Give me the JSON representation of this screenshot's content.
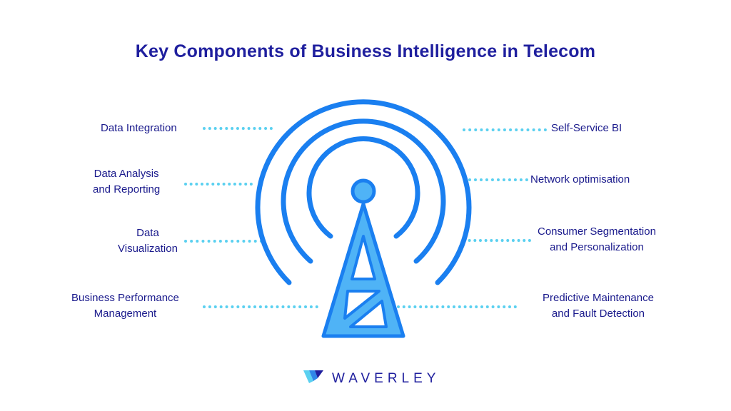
{
  "title": "Key Components of Business Intelligence in Telecom",
  "left_items": [
    {
      "line1": "Data Integration",
      "line2": ""
    },
    {
      "line1": "Data Analysis",
      "line2": "and Reporting"
    },
    {
      "line1": "Data",
      "line2": "Visualization"
    },
    {
      "line1": "Business Performance",
      "line2": "Management"
    }
  ],
  "right_items": [
    {
      "line1": "Self-Service BI",
      "line2": ""
    },
    {
      "line1": "Network optimisation",
      "line2": ""
    },
    {
      "line1": "Consumer Segmentation",
      "line2": "and Personalization"
    },
    {
      "line1": "Predictive Maintenance",
      "line2": "and Fault Detection"
    }
  ],
  "central_icon": "radio-tower-icon",
  "colors": {
    "title": "#1f1f9e",
    "text": "#1a1a8c",
    "tower_fill": "#4fb3f6",
    "tower_stroke": "#1a7ff0",
    "connector": "#5ad0f0"
  },
  "logo": {
    "icon": "waverley-logo-icon",
    "text": "WAVERLEY"
  }
}
